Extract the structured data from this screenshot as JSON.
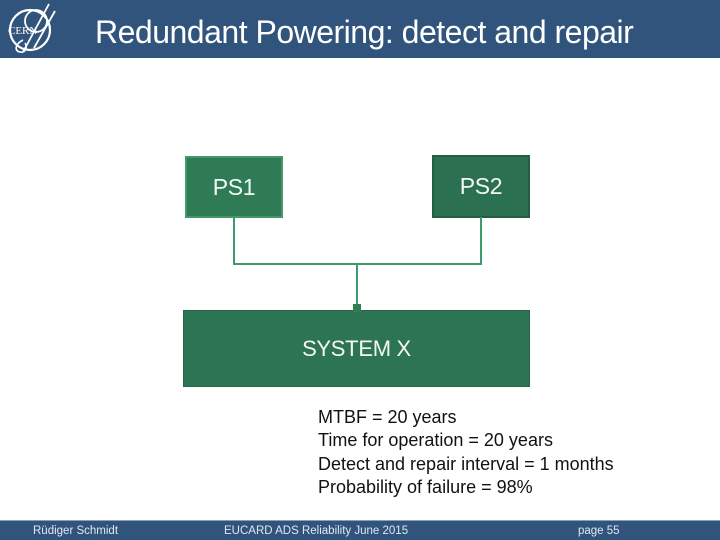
{
  "slide": {
    "title": "Redundant Powering: detect and repair",
    "logo_label": "CERN",
    "colors": {
      "bar_blue": "#31547c",
      "box_fill": "#2d7452",
      "box_border_light": "#43996c",
      "box_border_dark": "#235f41",
      "connector_green": "#3b9b6d",
      "background": "#ffffff",
      "body_text": "#111111",
      "title_text": "#ffffff"
    },
    "footer": {
      "author": "Rüdiger Schmidt",
      "event": "EUCARD ADS Reliability June 2015",
      "page": "page 55"
    }
  },
  "diagram": {
    "boxes": [
      {
        "id": "ps1",
        "label": "PS1"
      },
      {
        "id": "ps2",
        "label": "PS2"
      },
      {
        "id": "system_x",
        "label": "SYSTEM X"
      }
    ]
  },
  "notes": {
    "lines": [
      "MTBF = 20 years",
      "Time for operation = 20 years",
      "Detect and repair interval = 1 months",
      "Probability of failure = 98%"
    ]
  }
}
